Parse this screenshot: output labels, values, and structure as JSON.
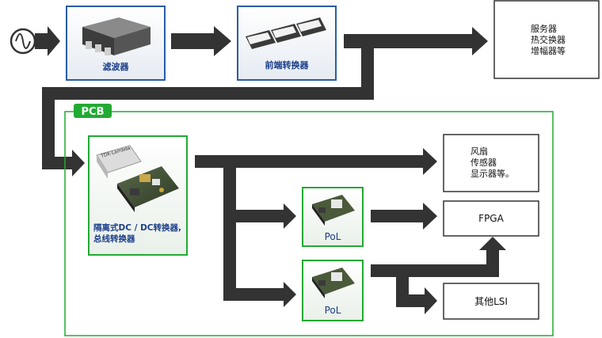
{
  "colors": {
    "arrow": "#333333",
    "blue_border": "#2a5ca8",
    "blue_text": "#1a3e8a",
    "green_border": "#22aa33",
    "pcb_tag": "#22aa33",
    "output_border": "#333333"
  },
  "icons": {
    "ac_source": "sine-wave-icon"
  },
  "nodes": {
    "filter": {
      "label": "滤波器"
    },
    "front_converter": {
      "label": "前端转换器"
    },
    "loads_top": {
      "lines": [
        "服务器",
        "热交换器",
        "增幅器等"
      ]
    },
    "pcb": {
      "tag": "PCB"
    },
    "isolated_dcdc": {
      "lines": [
        "隔离式DC / DC转换器,",
        "总线转换器"
      ],
      "product_text": "TDK·Lambda"
    },
    "pol_1": {
      "label": "PoL"
    },
    "pol_2": {
      "label": "PoL"
    },
    "fan_group": {
      "lines": [
        "风扇",
        "传感器",
        "显示器等。"
      ]
    },
    "fpga": {
      "label": "FPGA"
    },
    "other_lsi": {
      "label": "其他LSI"
    }
  }
}
